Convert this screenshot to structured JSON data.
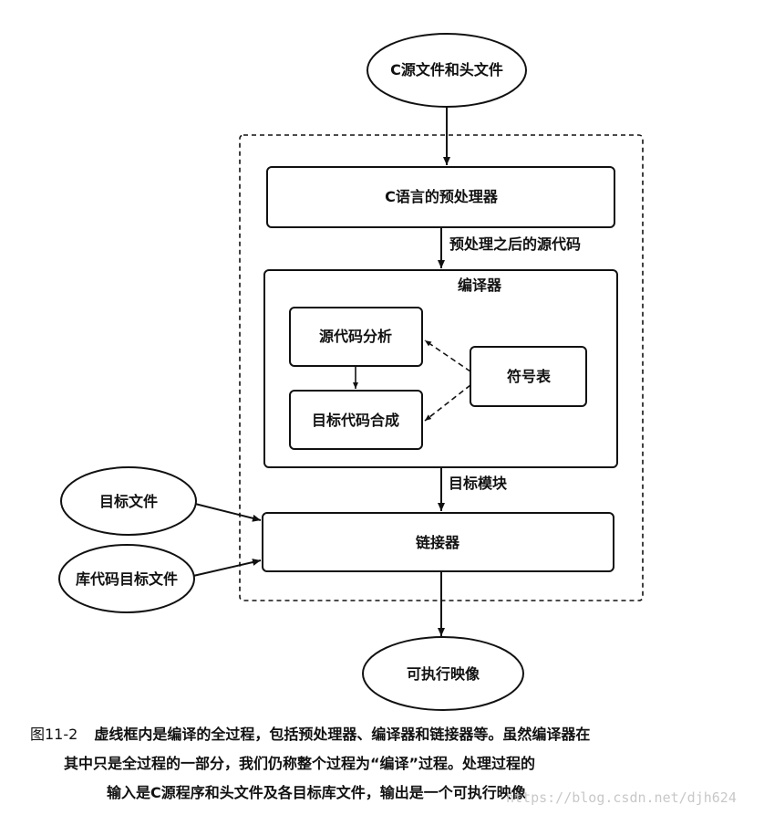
{
  "diagram": {
    "input_source": "C源文件和头文件",
    "preprocessor": "C语言的预处理器",
    "preprocessed_label": "预处理之后的源代码",
    "compiler": "编译器",
    "source_analysis": "源代码分析",
    "symbol_table": "符号表",
    "code_generation": "目标代码合成",
    "object_module_label": "目标模块",
    "object_files": "目标文件",
    "library_object_files": "库代码目标文件",
    "linker": "链接器",
    "executable": "可执行映像"
  },
  "caption": {
    "figure_number": "图11-2",
    "line1": "虚线框内是编译的全过程，包括预处理器、编译器和链接器等。虽然编译器在",
    "line2": "其中只是全过程的一部分，我们仍称整个过程为“编译”过程。处理过程的",
    "line3": "输入是C源程序和头文件及各目标库文件，输出是一个可执行映像"
  },
  "watermark": "https://blog.csdn.net/djh624"
}
